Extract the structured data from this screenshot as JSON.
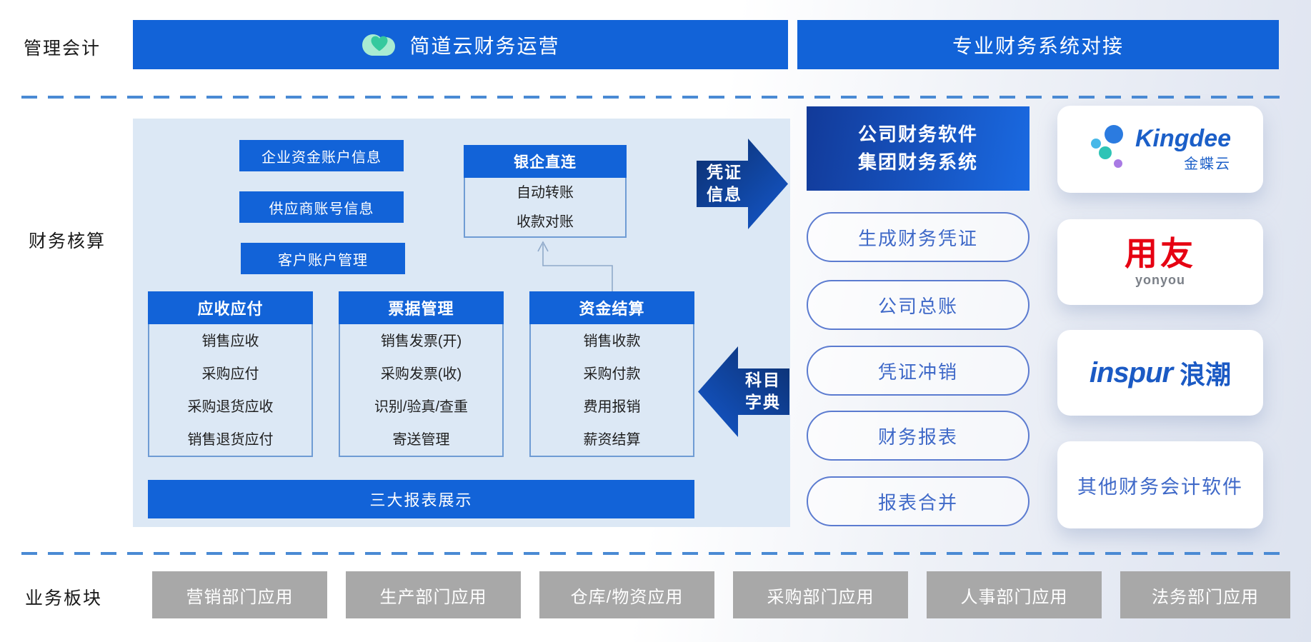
{
  "side_labels": {
    "management": "管理会计",
    "accounting": "财务核算",
    "business": "业务板块"
  },
  "banners": {
    "jiandaoyun": {
      "label": "简道云财务运营",
      "logo": "jiandaoyun-cloud-heart-logo"
    },
    "professional": {
      "label": "专业财务系统对接"
    }
  },
  "panel": {
    "info_boxes": [
      "企业资金账户信息",
      "供应商账号信息",
      "客户账户管理"
    ],
    "bank_connect": {
      "title": "银企直连",
      "items": [
        "自动转账",
        "收款对账"
      ]
    },
    "columns": [
      {
        "title": "应收应付",
        "items": [
          "销售应收",
          "采购应付",
          "采购退货应收",
          "销售退货应付"
        ]
      },
      {
        "title": "票据管理",
        "items": [
          "销售发票(开)",
          "采购发票(收)",
          "识别/验真/查重",
          "寄送管理"
        ]
      },
      {
        "title": "资金结算",
        "items": [
          "销售收款",
          "采购付款",
          "费用报销",
          "薪资结算"
        ]
      }
    ],
    "bottom_bar": "三大报表展示"
  },
  "flow_arrows": {
    "voucher": {
      "line1": "凭证",
      "line2": "信息",
      "direction": "right"
    },
    "subject": {
      "line1": "科目",
      "line2": "字典",
      "direction": "left"
    }
  },
  "finance_system": {
    "header_line1": "公司财务软件",
    "header_line2": "集团财务系统",
    "pills": [
      "生成财务凭证",
      "公司总账",
      "凭证冲销",
      "财务报表",
      "报表合并"
    ]
  },
  "vendors": {
    "kingdee": {
      "name": "Kingdee",
      "sub": "金蝶云"
    },
    "yonyou": {
      "name": "用友",
      "sub": "yonyou"
    },
    "inspur": {
      "name": "inspur",
      "sub": "浪潮"
    },
    "other": {
      "label": "其他财务会计软件"
    }
  },
  "business_apps": [
    "营销部门应用",
    "生产部门应用",
    "仓库/物资应用",
    "采购部门应用",
    "人事部门应用",
    "法务部门应用"
  ],
  "colors": {
    "primary_blue": "#1263d8",
    "panel_blue": "#dce8f5",
    "arrow_navy_start": "#0c2f6e",
    "arrow_navy_end": "#1458cc",
    "pill_border": "#5b7bd0",
    "pill_text": "#3f69c8",
    "gray_box": "#a8a8a8",
    "dash_line": "#4a8ad4",
    "kingdee_blue": "#1b5fc8",
    "yonyou_red": "#e60012",
    "inspur_blue": "#1b5ac4"
  }
}
